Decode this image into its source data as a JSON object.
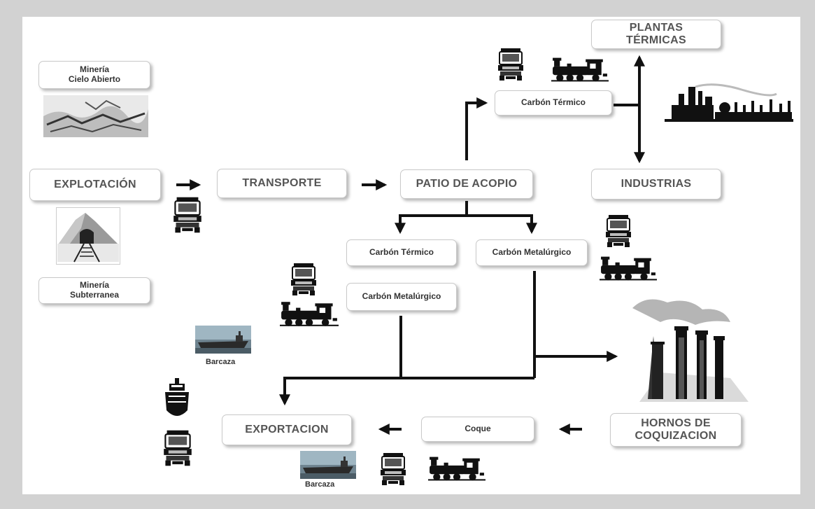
{
  "boxes": {
    "mineria_cielo": "Minería\nCielo Abierto",
    "explotacion": "EXPLOTACIÓN",
    "mineria_sub": "Minería\nSubterranea",
    "transporte": "TRANSPORTE",
    "patio": "PATIO DE ACOPIO",
    "carbon_termico_top": "Carbón Térmico",
    "plantas": "PLANTAS\nTÉRMICAS",
    "industrias": "INDUSTRIAS",
    "carbon_termico_mid": "Carbón Térmico",
    "carbon_metal_right": "Carbón Metalúrgico",
    "carbon_metal_left": "Carbón Metalúrgico",
    "exportacion": "EXPORTACION",
    "coque": "Coque",
    "hornos": "HORNOS DE\nCOQUIZACION"
  },
  "captions": {
    "barcaza_1": "Barcaza",
    "barcaza_2": "Barcaza"
  },
  "icons": [
    "truck-icon",
    "train-icon",
    "ship-icon",
    "barge-icon",
    "factory-icon",
    "chimney-icon",
    "mine-tunnel-icon",
    "open-pit-icon"
  ]
}
